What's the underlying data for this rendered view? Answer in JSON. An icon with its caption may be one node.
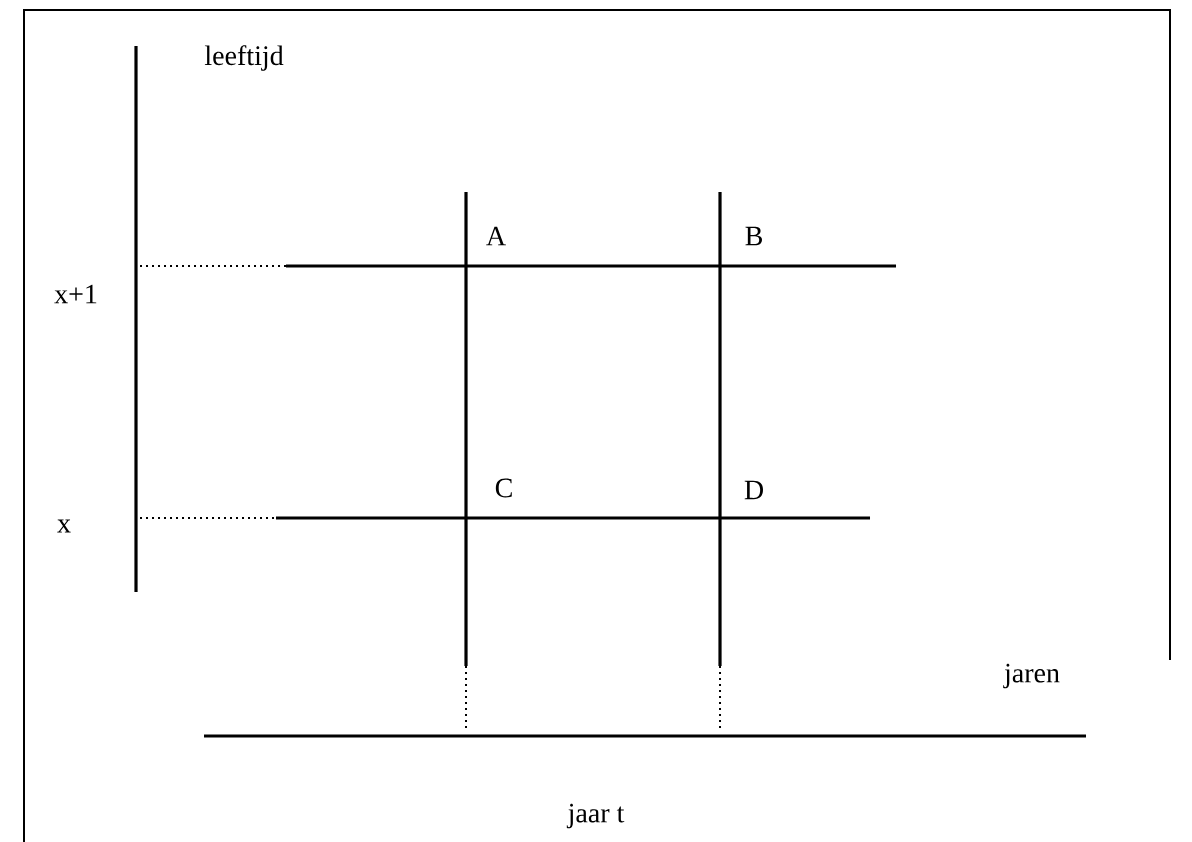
{
  "diagram": {
    "labels": [
      "leeftijd",
      "A",
      "B",
      "x+1",
      "C",
      "D",
      "x",
      "jaren",
      "jaar t"
    ]
  }
}
